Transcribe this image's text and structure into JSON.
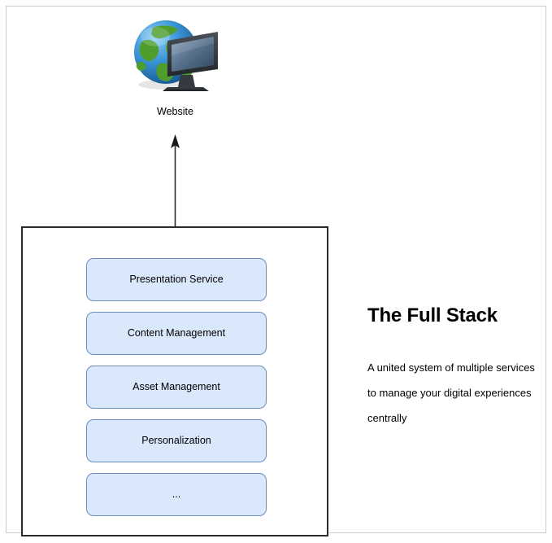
{
  "diagram": {
    "website_node": {
      "label": "Website",
      "icon": "globe-monitor-icon"
    },
    "connector": {
      "icon": "up-arrow-icon"
    },
    "stack": {
      "services": [
        {
          "label": "Presentation Service"
        },
        {
          "label": "Content Management"
        },
        {
          "label": "Asset Management"
        },
        {
          "label": "Personalization"
        },
        {
          "label": "..."
        }
      ]
    },
    "description": {
      "heading": "The Full Stack",
      "body": "A united system of multiple services to manage your digital experiences centrally"
    }
  },
  "colors": {
    "service_fill": "#dae8fc",
    "service_stroke": "#6c8ebf",
    "container_stroke": "#2b2b2b",
    "page_border": "#cdcdcd",
    "text": "#000000",
    "globe_green": "#56ab2f",
    "globe_blue": "#1f6fb5",
    "monitor_bezel": "#3a3f45",
    "monitor_screen": "#5d7893"
  }
}
